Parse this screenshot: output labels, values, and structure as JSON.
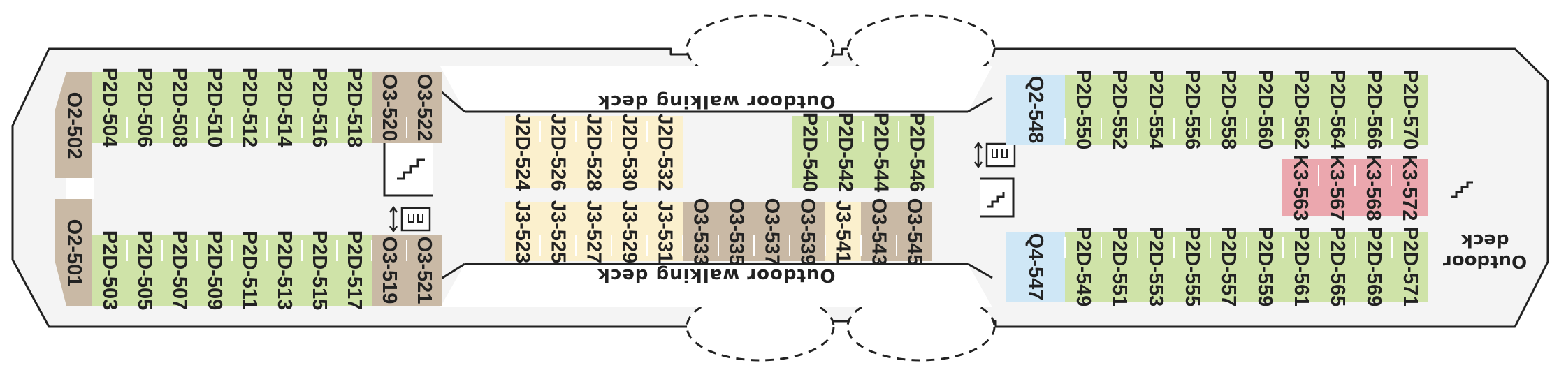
{
  "colors": {
    "P2D": "#cfe3a8",
    "O": "#c9b9a5",
    "J": "#fbf0cd",
    "K3": "#eba7ae",
    "Q": "#cfe7f6",
    "hull": "#f4f4f4",
    "outline": "#222222"
  },
  "labels": {
    "walking_top": "Outdoor walking deck",
    "walking_bottom": "Outdoor walking deck",
    "outdoor_deck_line1": "Outdoor",
    "outdoor_deck_line2": "deck"
  },
  "icons": [
    "stairs-icon",
    "elevator-icon"
  ],
  "cabins": {
    "left_top": [
      "P2D-504",
      "P2D-506",
      "P2D-508",
      "P2D-510",
      "P2D-512",
      "P2D-514",
      "P2D-516",
      "P2D-518",
      "O3-520",
      "O3-522"
    ],
    "left_bottom": [
      "P2D-503",
      "P2D-505",
      "P2D-507",
      "P2D-509",
      "P2D-511",
      "P2D-513",
      "P2D-515",
      "P2D-517",
      "O3-519",
      "O3-521"
    ],
    "left_bow": [
      "O2-502",
      "O2-501"
    ],
    "mid_top_j": [
      "J2D-524",
      "J2D-526",
      "J2D-528",
      "J2D-530",
      "J2D-532"
    ],
    "mid_top_p": [
      "P2D-540",
      "P2D-542",
      "P2D-544",
      "P2D-546"
    ],
    "mid_bottom": [
      "J3-523",
      "J3-525",
      "J3-527",
      "J3-529",
      "J3-531",
      "O3-533",
      "O3-535",
      "O3-537",
      "O3-539",
      "J3-541",
      "O3-543",
      "O3-545"
    ],
    "right_top": [
      "Q2-548",
      "P2D-550",
      "P2D-552",
      "P2D-554",
      "P2D-556",
      "P2D-558",
      "P2D-560",
      "P2D-562",
      "P2D-564",
      "P2D-566",
      "P2D-570"
    ],
    "right_mid": [
      "K3-563",
      "K3-567",
      "K3-568",
      "K3-572"
    ],
    "right_bottom": [
      "Q4-547",
      "P2D-549",
      "P2D-551",
      "P2D-553",
      "P2D-555",
      "P2D-557",
      "P2D-559",
      "P2D-561",
      "P2D-565",
      "P2D-569",
      "P2D-571"
    ]
  }
}
